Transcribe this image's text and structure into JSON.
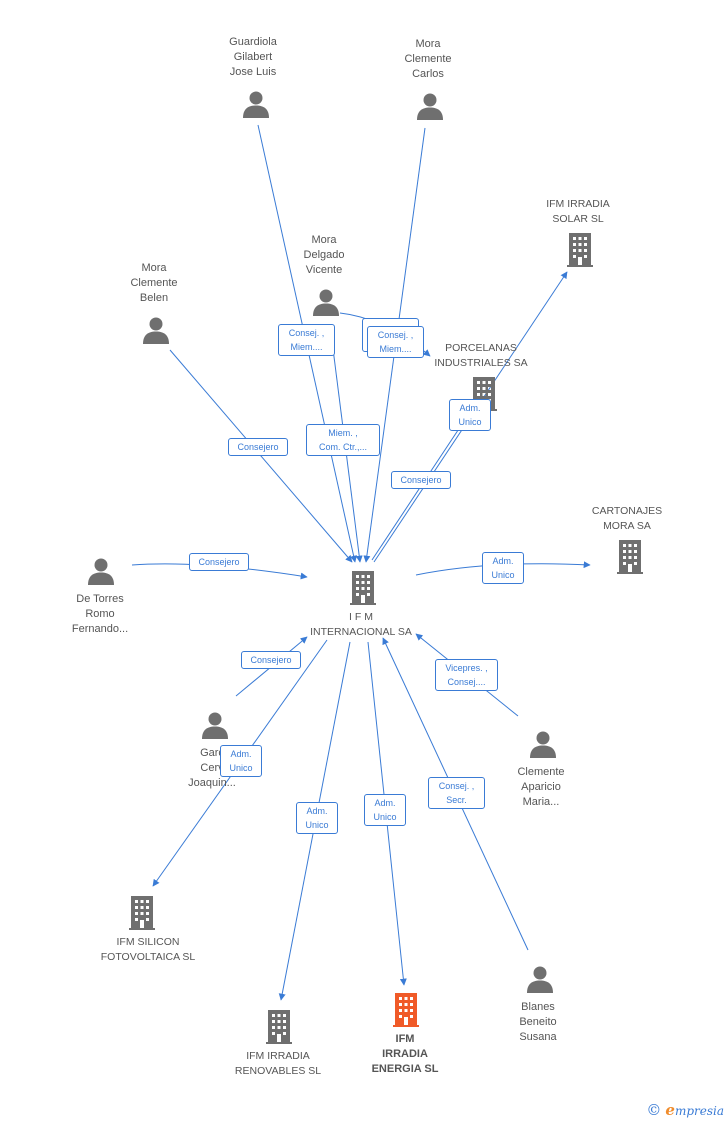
{
  "center": {
    "lines": [
      "I F M",
      "INTERNACIONAL SA"
    ]
  },
  "people": {
    "guardiola": [
      "Guardiola",
      "Gilabert",
      "Jose Luis"
    ],
    "mora_carlos": [
      "Mora",
      "Clemente",
      "Carlos"
    ],
    "mora_vicente": [
      "Mora",
      "Delgado",
      "Vicente"
    ],
    "mora_belen": [
      "Mora",
      "Clemente",
      "Belen"
    ],
    "de_torres": [
      "De Torres",
      "Romo",
      "Fernando..."
    ],
    "garcia": [
      "Garc",
      "Cerv",
      "Joaquin..."
    ],
    "clemente_maria": [
      "Clemente",
      "Aparicio",
      "Maria..."
    ],
    "blanes": [
      "Blanes",
      "Beneito",
      "Susana"
    ]
  },
  "companies": {
    "solar": [
      "IFM IRRADIA",
      "SOLAR SL"
    ],
    "porcelanas": [
      "PORCELANAS",
      "INDUSTRIALES SA"
    ],
    "cartonajes": [
      "CARTONAJES",
      "MORA SA"
    ],
    "silicon": [
      "IFM SILICON",
      "FOTOVOLTAICA SL"
    ],
    "renovables": [
      "IFM IRRADIA",
      "RENOVABLES SL"
    ],
    "energia": [
      "IFM",
      "IRRADIA",
      "ENERGIA SL"
    ]
  },
  "tags": {
    "consej_miem_1": [
      "Consej. ,",
      "Miem...."
    ],
    "consej_miem_2": [
      "Consej. ,",
      "Miem...."
    ],
    "miem_com": [
      "Miem. ,",
      "Com. Ctr.,..."
    ],
    "consejero_belen": [
      "Consejero"
    ],
    "consejero_porcelanas": [
      "Consejero"
    ],
    "adm_unico_solar": [
      "Adm.",
      "Unico"
    ],
    "consejero_detorres": [
      "Consejero"
    ],
    "adm_unico_cartonajes": [
      "Adm.",
      "Unico"
    ],
    "consejero_garcia": [
      "Consejero"
    ],
    "vicepres": [
      "Vicepres. ,",
      "Consej...."
    ],
    "adm_unico_silicon": [
      "Adm.",
      "Unico"
    ],
    "adm_unico_renovables": [
      "Adm.",
      "Unico"
    ],
    "adm_unico_energia": [
      "Adm.",
      "Unico"
    ],
    "consej_secr": [
      "Consej. ,",
      "Secr."
    ]
  },
  "footer": {
    "copyright": "©",
    "brand_initial": "e",
    "brand_rest": "mpresia"
  },
  "colors": {
    "edge": "#3a7bd5",
    "node": "#6f6f6f",
    "highlight": "#f05a28"
  }
}
